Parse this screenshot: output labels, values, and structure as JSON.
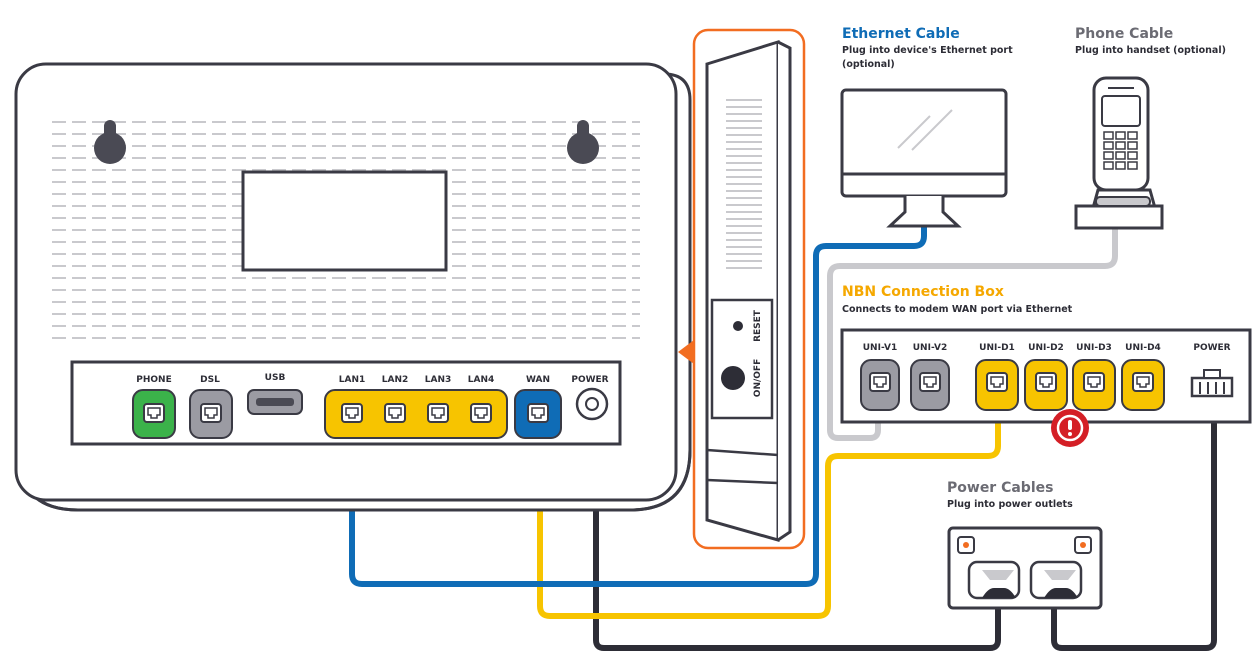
{
  "colors": {
    "outline": "#3a3a44",
    "light_gray": "#c9c9cd",
    "port_gray": "#9b9ba3",
    "green": "#3bb24a",
    "yellow": "#f7c400",
    "blue": "#0f6cb6",
    "orange": "#f26d21",
    "red": "#d41f26",
    "title_blue": "#0f6cb6",
    "title_yellow": "#f5a800",
    "title_gray": "#6b6b73"
  },
  "modem": {
    "ports": {
      "phone": "PHONE",
      "dsl": "DSL",
      "usb": "USB",
      "lan1": "LAN1",
      "lan2": "LAN2",
      "lan3": "LAN3",
      "lan4": "LAN4",
      "wan": "WAN",
      "power": "POWER"
    },
    "side": {
      "reset": "RESET",
      "onoff": "ON/OFF"
    }
  },
  "ethernet": {
    "title": "Ethernet Cable",
    "line1": "Plug into device's Ethernet port",
    "line2": "(optional)"
  },
  "phone": {
    "title": "Phone Cable",
    "line1": "Plug into handset (optional)"
  },
  "nbn": {
    "title": "NBN Connection Box",
    "line1": "Connects to modem WAN port via Ethernet",
    "ports": {
      "uniV1": "UNI-V1",
      "uniV2": "UNI-V2",
      "uniD1": "UNI-D1",
      "uniD2": "UNI-D2",
      "uniD3": "UNI-D3",
      "uniD4": "UNI-D4",
      "power": "POWER"
    },
    "alert_icon": "exclamation-icon"
  },
  "power_cables": {
    "title": "Power Cables",
    "line1": "Plug into power outlets"
  }
}
